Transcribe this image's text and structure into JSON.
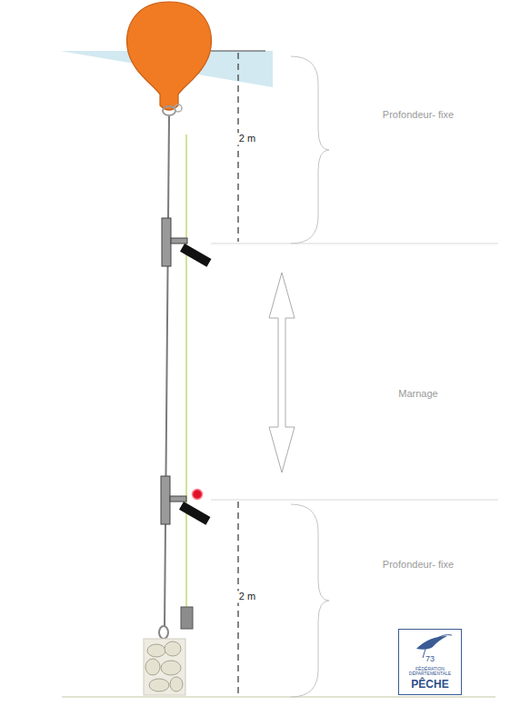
{
  "diagram": {
    "nodes": [
      {
        "text": [
          "73",
          "FÉDÉRATION DÉPARTEMENTALE",
          "PÊCHE"
        ]
      }
    ],
    "labels": [
      "Profondeur- fixe",
      "2 m",
      "Marnage",
      "Profondeur- fixe",
      "2 m"
    ]
  }
}
